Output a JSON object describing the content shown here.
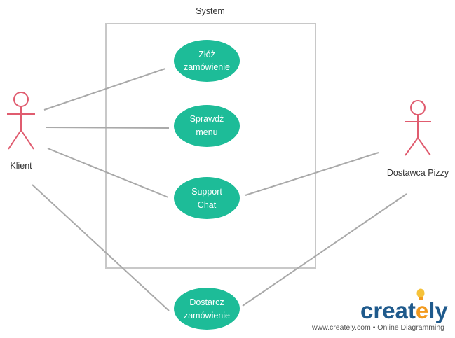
{
  "diagram": {
    "system_label": "System",
    "actors": {
      "client": "Klient",
      "courier": "Dostawca Pizzy"
    },
    "use_cases": {
      "place_order": [
        "Złóż",
        "zamówienie"
      ],
      "check_menu": [
        "Sprawdź",
        "menu"
      ],
      "support_chat": [
        "Support",
        "Chat"
      ],
      "deliver_order": [
        "Dostarcz",
        "zamówienie"
      ]
    }
  },
  "watermark": {
    "brand_prefix": "creat",
    "brand_suffix": "ly",
    "tagline": "www.creately.com • Online Diagramming"
  },
  "colors": {
    "use_case_fill": "#1dbc98",
    "actor_stroke": "#e05c6f",
    "line": "#a9a9a9",
    "system_border": "#c8c8c8",
    "brand_blue": "#1f5a8c",
    "brand_orange": "#f29a1f"
  }
}
